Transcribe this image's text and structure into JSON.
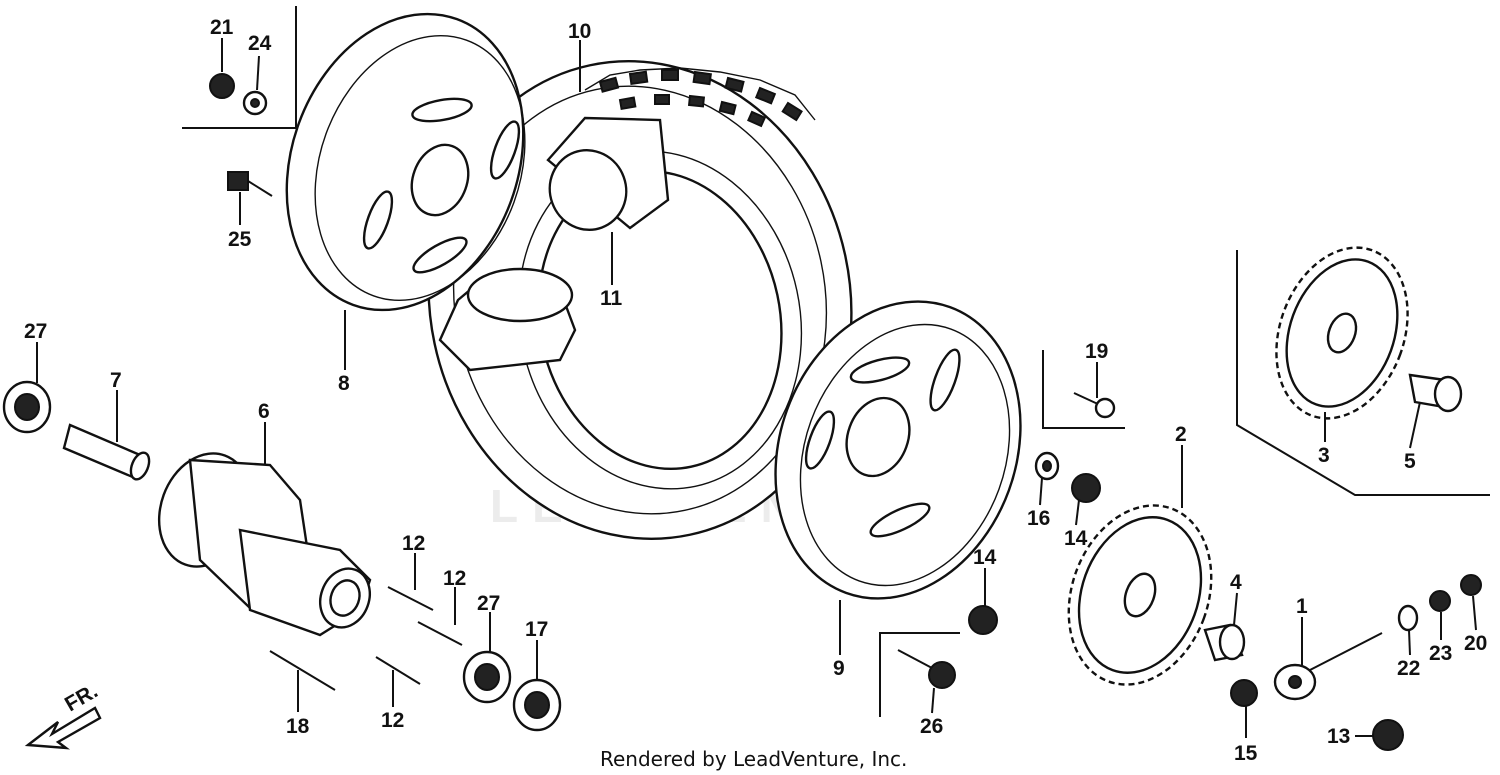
{
  "footer": {
    "credit": "Rendered by LeadVenture, Inc."
  },
  "watermark": {
    "text": "LEADVENTURE"
  },
  "direction": {
    "label": "FR."
  },
  "callouts": [
    {
      "id": "c21",
      "label": "21"
    },
    {
      "id": "c24",
      "label": "24"
    },
    {
      "id": "c25",
      "label": "25"
    },
    {
      "id": "c10",
      "label": "10"
    },
    {
      "id": "c11",
      "label": "11"
    },
    {
      "id": "c8",
      "label": "8"
    },
    {
      "id": "c27a",
      "label": "27"
    },
    {
      "id": "c7",
      "label": "7"
    },
    {
      "id": "c6",
      "label": "6"
    },
    {
      "id": "c12a",
      "label": "12"
    },
    {
      "id": "c12b",
      "label": "12"
    },
    {
      "id": "c27b",
      "label": "27"
    },
    {
      "id": "c17",
      "label": "17"
    },
    {
      "id": "c12c",
      "label": "12"
    },
    {
      "id": "c18",
      "label": "18"
    },
    {
      "id": "c9",
      "label": "9"
    },
    {
      "id": "c19",
      "label": "19"
    },
    {
      "id": "c16",
      "label": "16"
    },
    {
      "id": "c14a",
      "label": "14"
    },
    {
      "id": "c14b",
      "label": "14"
    },
    {
      "id": "c26",
      "label": "26"
    },
    {
      "id": "c2",
      "label": "2"
    },
    {
      "id": "c3",
      "label": "3"
    },
    {
      "id": "c5",
      "label": "5"
    },
    {
      "id": "c4",
      "label": "4"
    },
    {
      "id": "c1",
      "label": "1"
    },
    {
      "id": "c22",
      "label": "22"
    },
    {
      "id": "c23",
      "label": "23"
    },
    {
      "id": "c20",
      "label": "20"
    },
    {
      "id": "c15",
      "label": "15"
    },
    {
      "id": "c13",
      "label": "13"
    }
  ]
}
